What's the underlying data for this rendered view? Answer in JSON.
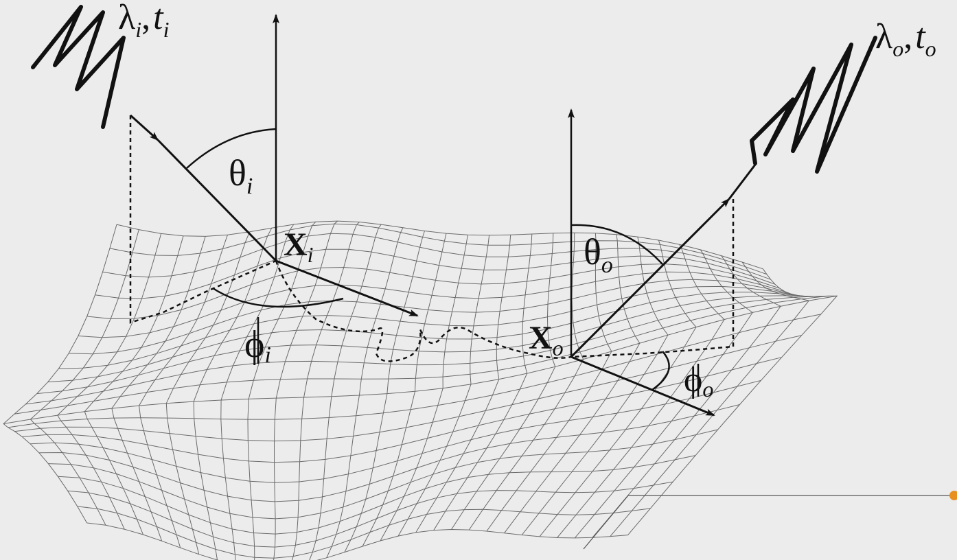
{
  "labels": {
    "incident_wave": {
      "symbol_1": "λ",
      "sub_1": "i",
      "sep": ",",
      "symbol_2": "t",
      "sub_2": "i"
    },
    "outgoing_wave": {
      "symbol_1": "λ",
      "sub_1": "o",
      "sep": ",",
      "symbol_2": "t",
      "sub_2": "o"
    },
    "theta_i": {
      "symbol": "θ",
      "sub": "i"
    },
    "theta_o": {
      "symbol": "θ",
      "sub": "o"
    },
    "x_i": {
      "symbol": "X",
      "sub": "i"
    },
    "x_o": {
      "symbol": "X",
      "sub": "o"
    },
    "phi_i": {
      "symbol": "ϕ",
      "sub": "i"
    },
    "phi_o": {
      "symbol": "ϕ",
      "sub": "o"
    }
  },
  "colors": {
    "background": "#ececec",
    "ink": "#111111",
    "mesh": "#6a6a6a",
    "accent_dot": "#e8901e",
    "callout_line": "#555555"
  }
}
